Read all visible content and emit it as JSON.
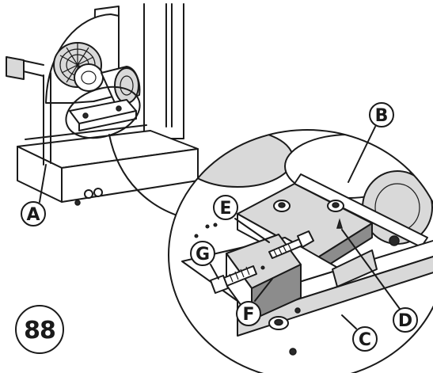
{
  "figure": {
    "number": "88",
    "callouts": [
      {
        "id": "A",
        "label": "A"
      },
      {
        "id": "B",
        "label": "B"
      },
      {
        "id": "C",
        "label": "C"
      },
      {
        "id": "D",
        "label": "D"
      },
      {
        "id": "E",
        "label": "E"
      },
      {
        "id": "F",
        "label": "F"
      },
      {
        "id": "G",
        "label": "G"
      }
    ]
  },
  "colors": {
    "line": "#1a1a1a",
    "background": "#ffffff",
    "shade_light": "#d9d9d9",
    "shade_dark": "#8c8c8c"
  }
}
